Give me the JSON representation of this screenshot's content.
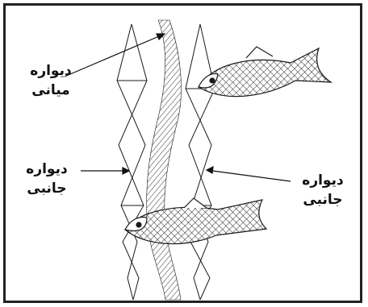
{
  "labels": {
    "middle_wall": {
      "line1": "دیواره",
      "line2": "میانی"
    },
    "side_wall_left": {
      "line1": "دیواره",
      "line2": "جانبی"
    },
    "side_wall_right": {
      "line1": "دیواره",
      "line2": "جانبی"
    }
  },
  "colors": {
    "ink": "#1a1a1a",
    "frame": "#222222"
  }
}
